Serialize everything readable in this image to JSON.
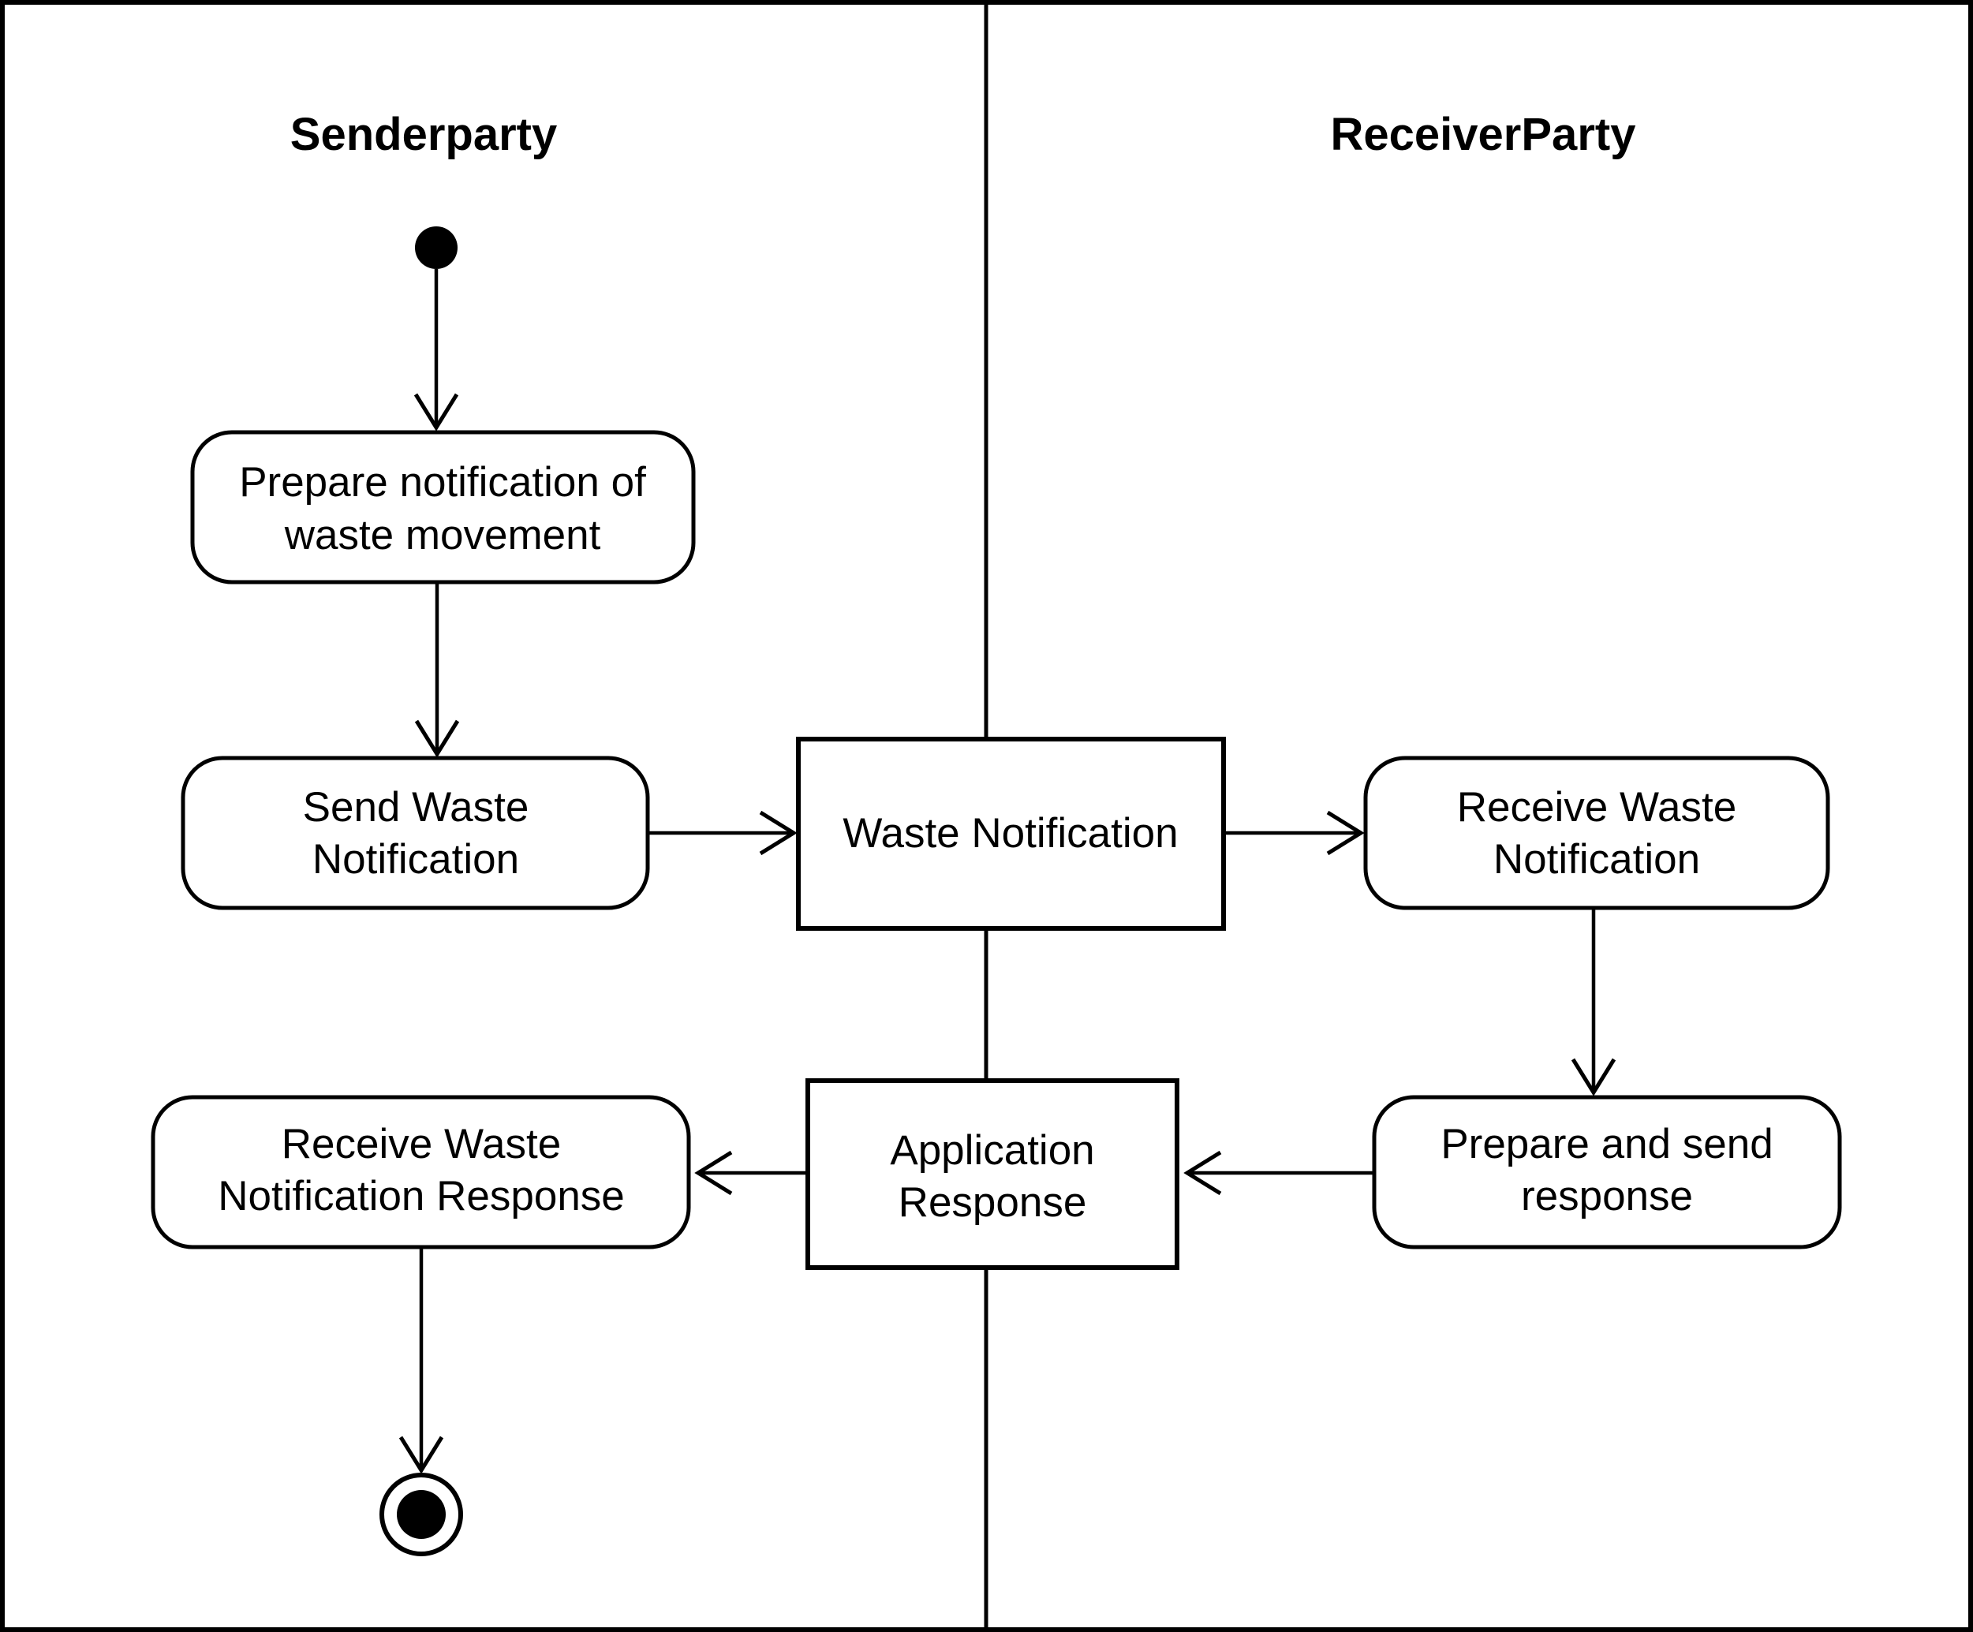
{
  "diagram": {
    "kind": "uml-activity-swimlane-diagram",
    "colors": {
      "stroke": "#000000",
      "background": "#ffffff"
    },
    "lanes": {
      "sender": {
        "label": "Senderparty"
      },
      "receiver": {
        "label": "ReceiverParty"
      }
    },
    "nodes": {
      "start": {
        "type": "initial-node"
      },
      "prepare_notification": {
        "line1": "Prepare notification of",
        "line2": "waste movement"
      },
      "send_waste_notification": {
        "line1": "Send Waste",
        "line2": "Notification"
      },
      "waste_notification": {
        "label": "Waste Notification"
      },
      "receive_waste_notification": {
        "line1": "Receive Waste",
        "line2": "Notification"
      },
      "prepare_and_send_response": {
        "line1": "Prepare and send",
        "line2": "response"
      },
      "application_response": {
        "line1": "Application",
        "line2": "Response"
      },
      "receive_waste_notification_response": {
        "line1": "Receive Waste",
        "line2": "Notification Response"
      },
      "end": {
        "type": "activity-final-node"
      }
    }
  }
}
